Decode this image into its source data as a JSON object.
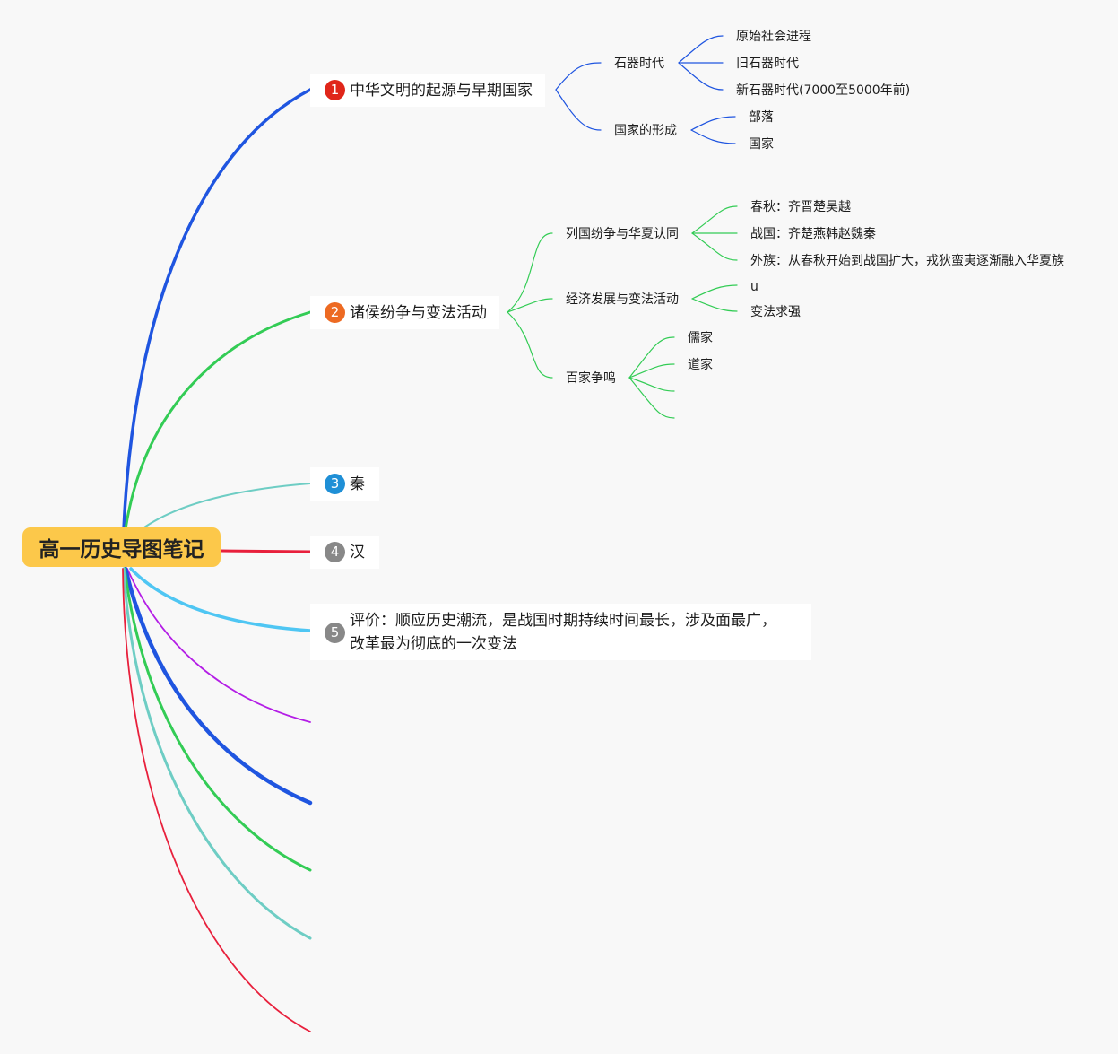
{
  "root": {
    "title": "高一历史导图笔记",
    "color": "#fcc84a"
  },
  "topics": [
    {
      "number": "1",
      "badge_color": "#e0261a",
      "branch_color": "#1f55e0",
      "title": "中华文明的起源与早期国家",
      "subtopics": [
        {
          "title": "石器时代",
          "leaves": [
            "原始社会进程",
            "旧石器时代",
            "新石器时代(7000至5000年前)"
          ]
        },
        {
          "title": "国家的形成",
          "leaves": [
            "部落",
            "国家"
          ]
        }
      ]
    },
    {
      "number": "2",
      "badge_color": "#ed6a22",
      "branch_color": "#33cc55",
      "title": "诸侯纷争与变法活动",
      "subtopics": [
        {
          "title": "列国纷争与华夏认同",
          "leaves": [
            "春秋：齐晋楚吴越",
            "战国：齐楚燕韩赵魏秦",
            "外族：从春秋开始到战国扩大，戎狄蛮夷逐渐融入华夏族"
          ]
        },
        {
          "title": "经济发展与变法活动",
          "leaves": [
            "u",
            "变法求强"
          ]
        },
        {
          "title": "百家争鸣",
          "leaves": [
            "儒家",
            "道家"
          ]
        }
      ]
    },
    {
      "number": "3",
      "badge_color": "#1f8fd6",
      "branch_color": "#6ecdc4",
      "title": "秦"
    },
    {
      "number": "4",
      "badge_color": "#888888",
      "branch_color": "#e8203c",
      "title": "汉"
    },
    {
      "number": "5",
      "badge_color": "#888888",
      "branch_color": "#4fc6f3",
      "title": "评价：顺应历史潮流，是战国时期持续时间最长，涉及面最广，改革最为彻底的一次变法"
    }
  ],
  "empty_branch_colors": [
    "#b41ee6",
    "#1f55e0",
    "#33cc55",
    "#6ecdc4",
    "#e8203c"
  ]
}
